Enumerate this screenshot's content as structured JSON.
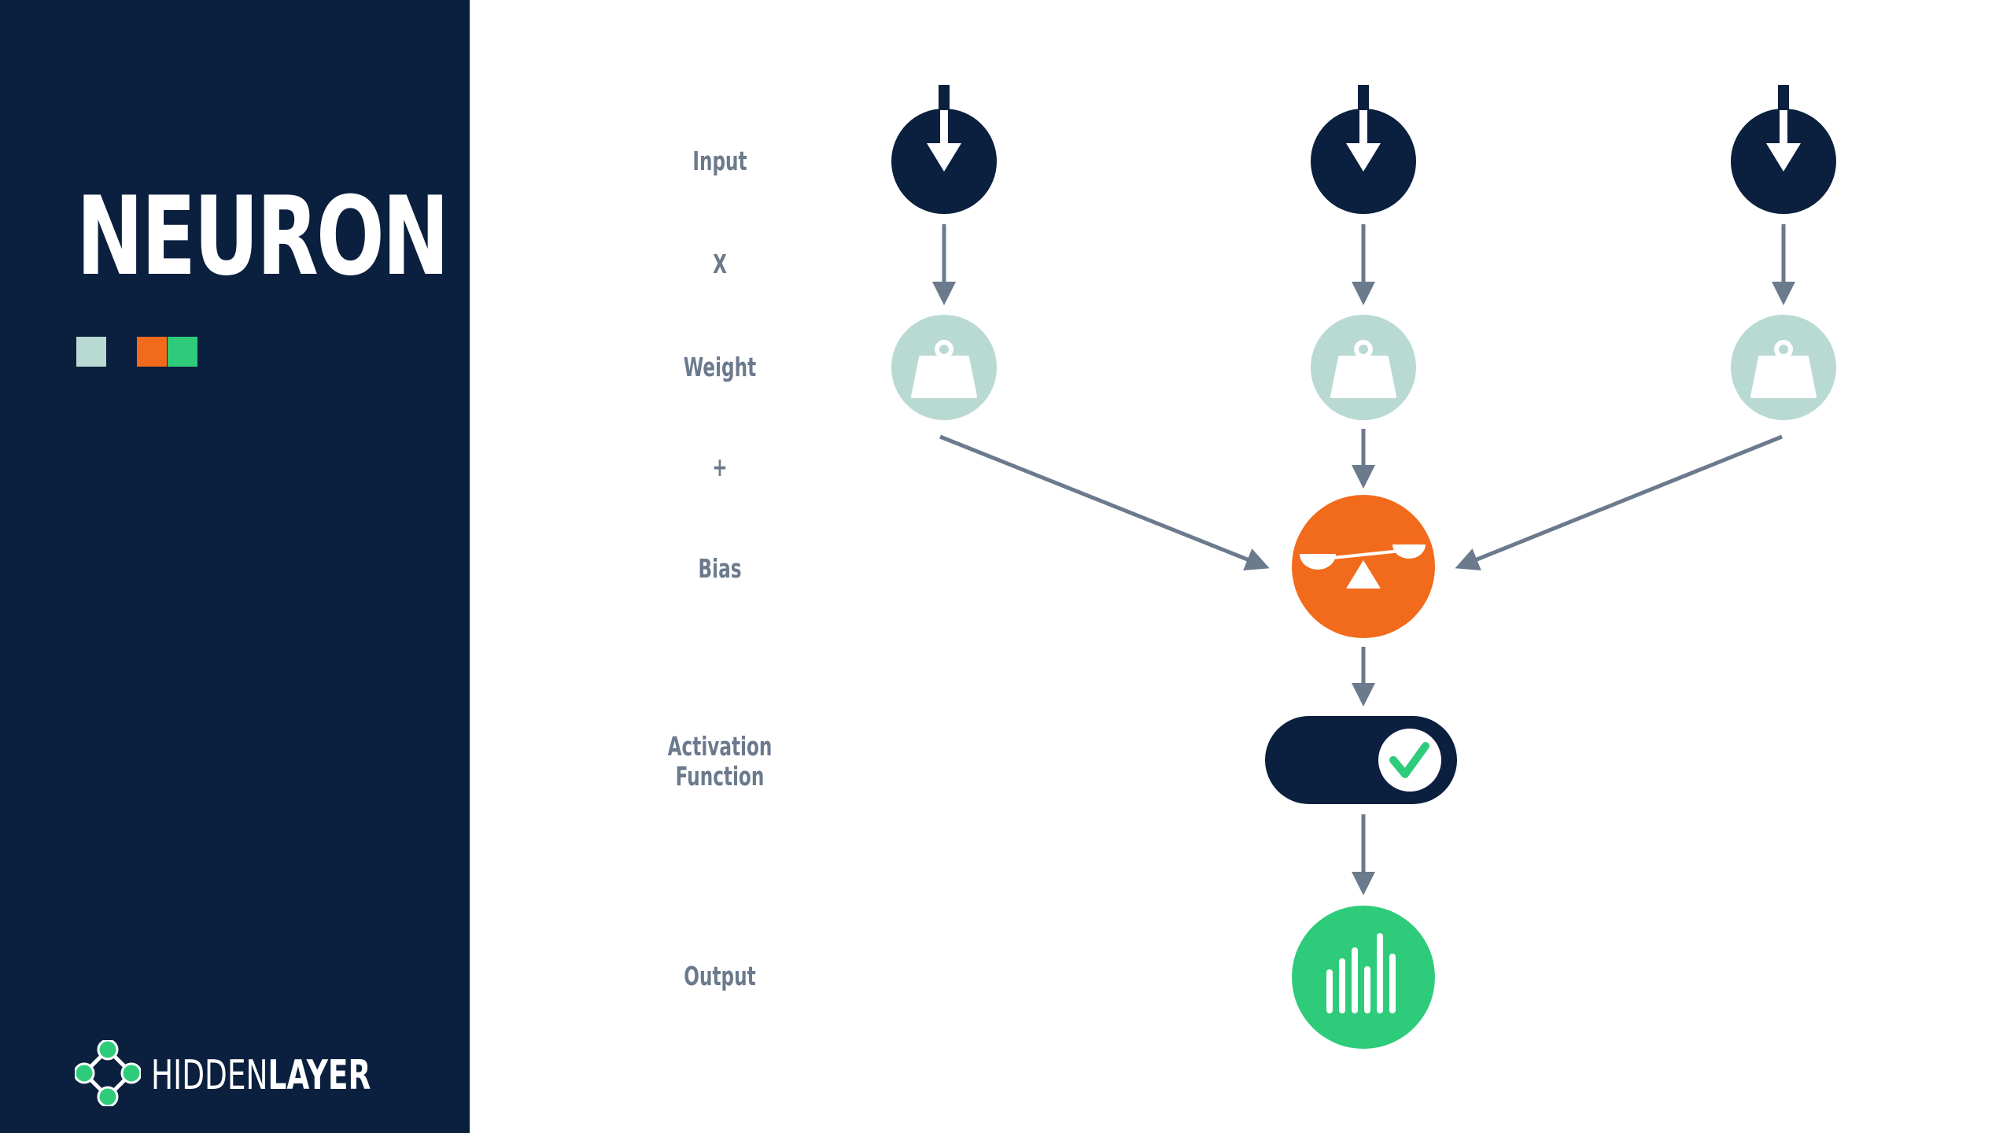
{
  "sidebar": {
    "title": "NEURON",
    "swatches": [
      "#b9d9d3",
      "#f26a1b",
      "#2ecc7a"
    ],
    "brand": {
      "part1": "HIDDEN",
      "part2": "LAYER"
    }
  },
  "labels": {
    "input": "Input",
    "x": "X",
    "weight": "Weight",
    "plus": "+",
    "bias": "Bias",
    "activation_line1": "Activation",
    "activation_line2": "Function",
    "output": "Output"
  },
  "icons": {
    "input": "down-arrow-icon",
    "weight": "weight-icon",
    "bias": "balance-scale-icon",
    "activation": "toggle-switch-check-icon",
    "output": "bar-chart-icon"
  },
  "colors": {
    "navy": "#0b1f3f",
    "weight": "#b9d9d3",
    "bias": "#f26a1b",
    "output": "#2ecc7a",
    "arrow": "#6b7a8c"
  }
}
